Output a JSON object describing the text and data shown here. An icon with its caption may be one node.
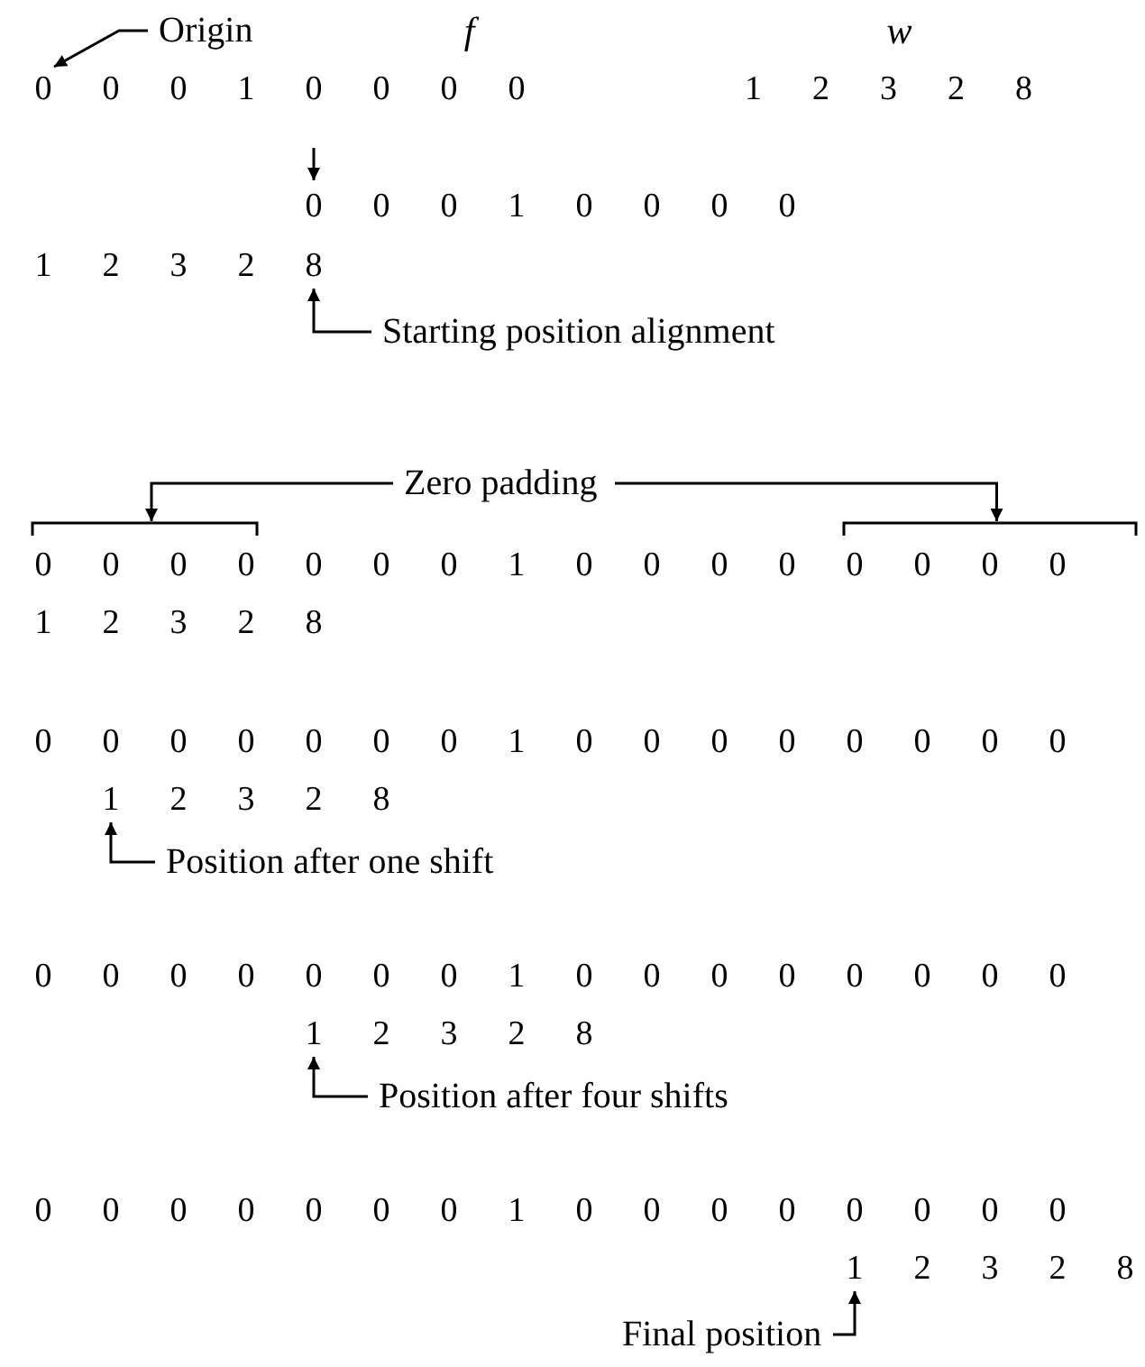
{
  "diagram": {
    "nodes": [
      {
        "text": [
          "Origin"
        ]
      },
      {
        "text": [
          "0 0 0 1 0 0 0 0"
        ]
      },
      {
        "text": [
          "1 2 3 2 8"
        ]
      },
      {
        "text": [
          "Starting position alignment"
        ]
      },
      {
        "text": [
          "Zero padding"
        ]
      },
      {
        "text": [
          "0 0 0 0 0 0 0 1 0 0 0 0 0 0 0 0"
        ]
      },
      {
        "text": [
          "1 2 3 2 8"
        ]
      },
      {
        "text": [
          "Position after one shift"
        ]
      },
      {
        "text": [
          "1 2 3 2 8"
        ]
      },
      {
        "text": [
          "Position after four shifts"
        ]
      },
      {
        "text": [
          "1 2 3 2 8"
        ]
      },
      {
        "text": [
          "Final position"
        ]
      }
    ],
    "edges": [
      {
        "from": 0,
        "to": 1,
        "arrow": "to"
      },
      {
        "from": 3,
        "to": 2,
        "arrow": "to"
      },
      {
        "from": 4,
        "to": 5,
        "arrow": "to"
      },
      {
        "from": 4,
        "to": 5,
        "arrow": "to"
      },
      {
        "from": 7,
        "to": 6,
        "arrow": "to"
      },
      {
        "from": 9,
        "to": 8,
        "arrow": "to"
      },
      {
        "from": 11,
        "to": 10,
        "arrow": "to"
      }
    ],
    "labels": [
      "f",
      "w",
      "1 2 3 2 8",
      "0 0 0 1 0 0 0 0",
      "1 2 3 2 8",
      "0 0 0 0 0 0 0 1 0 0 0 0 0 0 0 0",
      "0 0 0 0 0 0 0 1 0 0 0 0 0 0 0 0",
      "0 0 0 0 0 0 0 1 0 0 0 0 0 0 0 0"
    ]
  }
}
